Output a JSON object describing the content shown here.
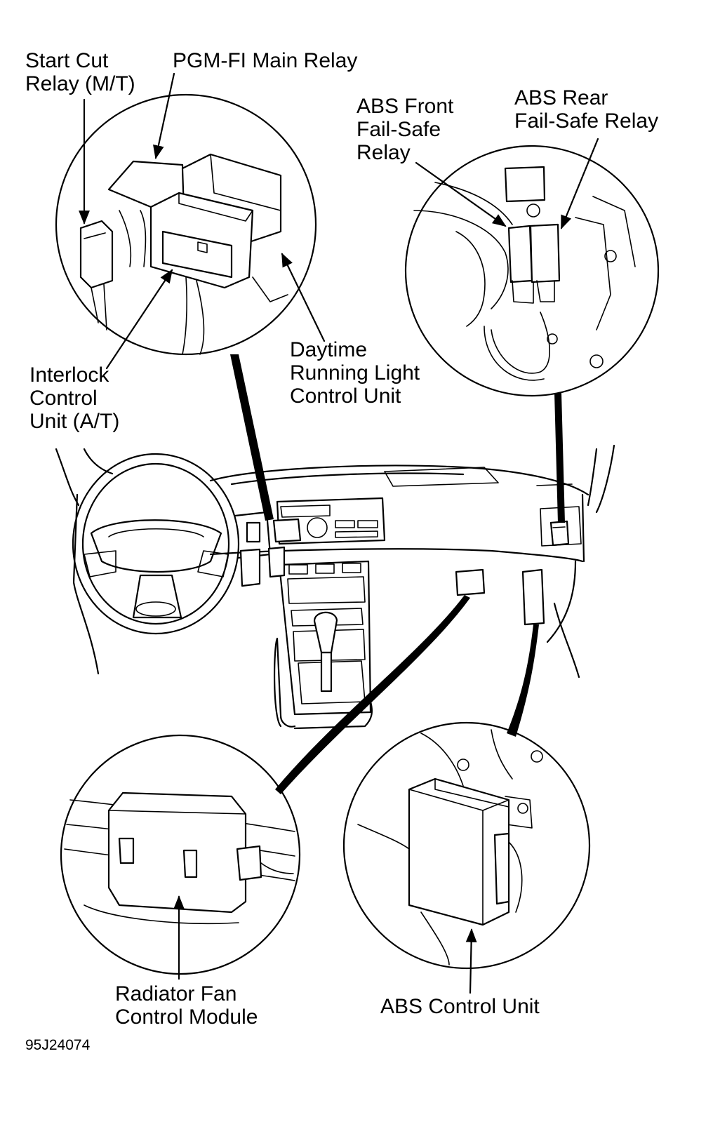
{
  "labels": {
    "start_cut_relay": "Start Cut\nRelay (M/T)",
    "pgm_fi_main_relay": "PGM-FI Main Relay",
    "abs_front_failsafe_relay": "ABS Front\nFail-Safe\nRelay",
    "abs_rear_failsafe_relay": "ABS Rear\nFail-Safe Relay",
    "interlock_control_unit": "Interlock\nControl\nUnit (A/T)",
    "daytime_running_light_control_unit": "Daytime\nRunning Light\nControl Unit",
    "radiator_fan_control_module": "Radiator Fan\nControl Module",
    "abs_control_unit": "ABS Control Unit"
  },
  "figure_code": "95J24074"
}
